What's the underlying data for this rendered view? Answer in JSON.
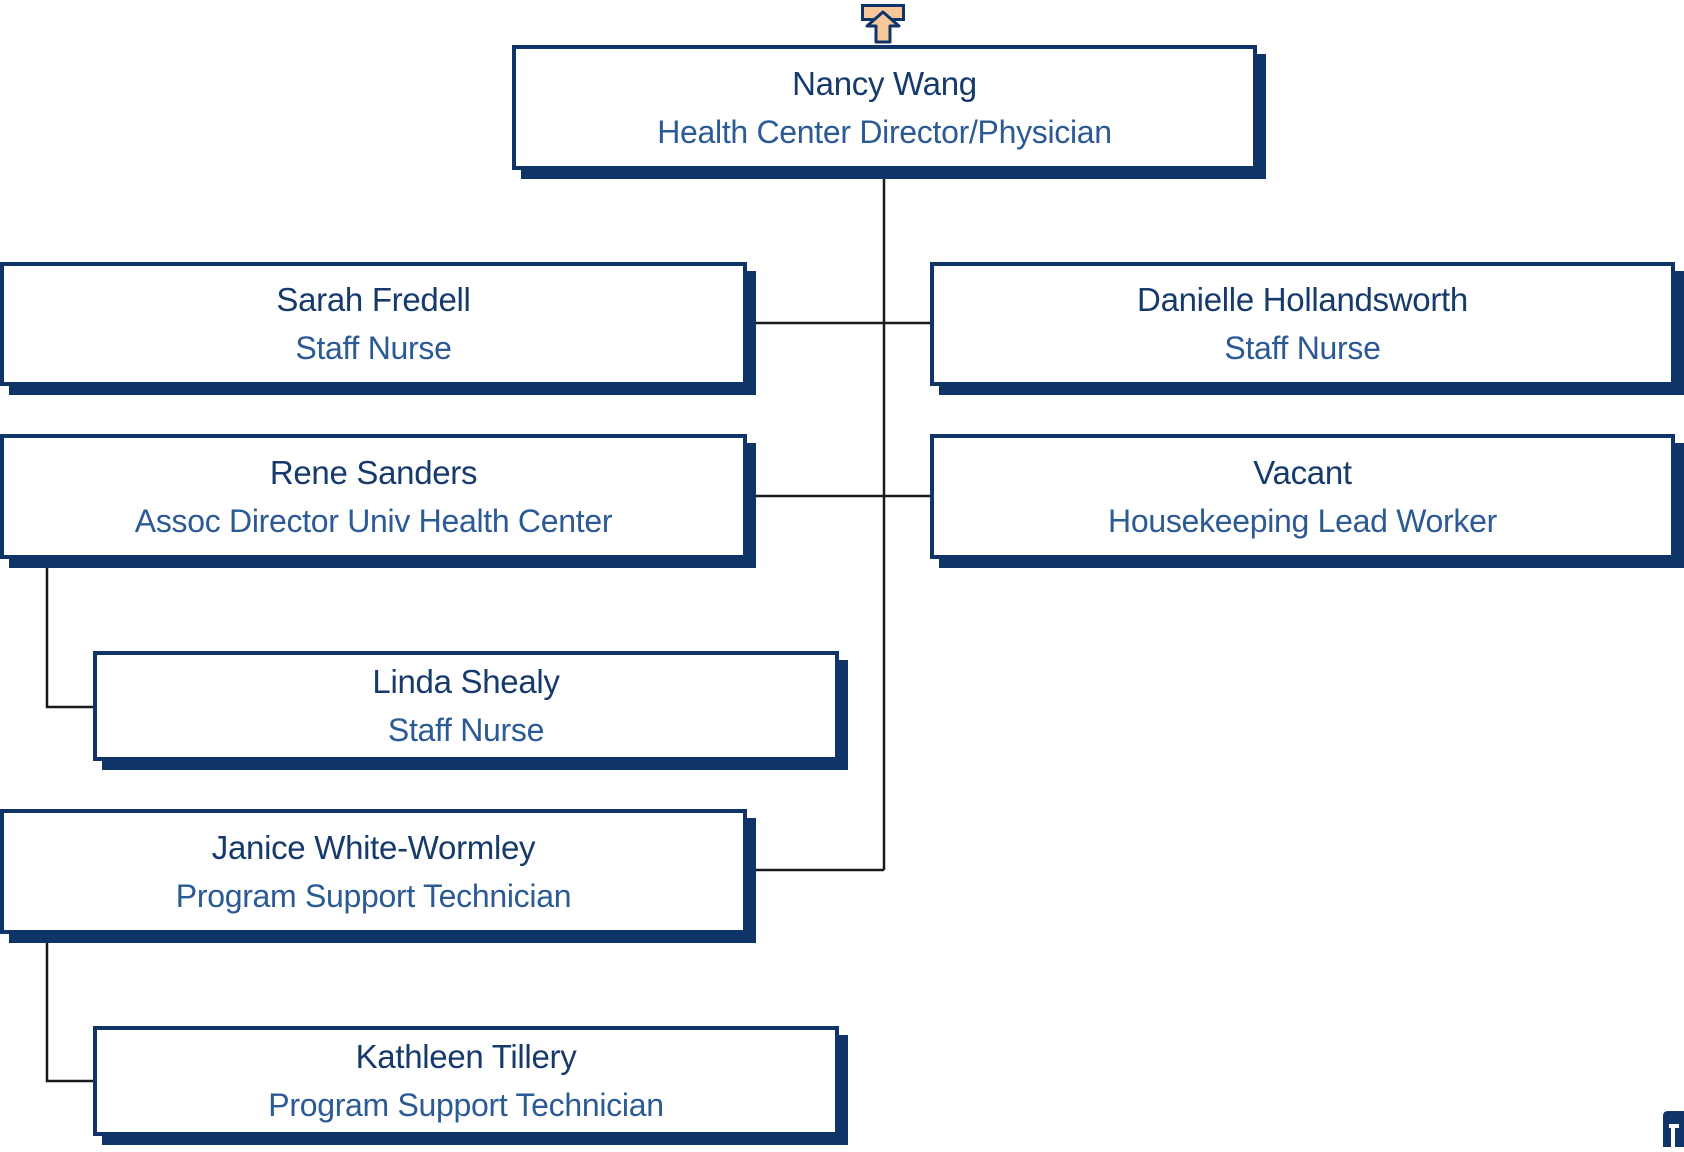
{
  "org_chart": {
    "root": {
      "name": "Nancy Wang",
      "title": "Health Center Director/Physician"
    },
    "reports": [
      {
        "name": "Sarah Fredell",
        "title": "Staff Nurse"
      },
      {
        "name": "Danielle Hollandsworth",
        "title": "Staff Nurse"
      },
      {
        "name": "Rene Sanders",
        "title": "Assoc Director Univ Health Center"
      },
      {
        "name": "Vacant",
        "title": "Housekeeping Lead Worker"
      },
      {
        "name": "Janice White-Wormley",
        "title": "Program Support Technician"
      }
    ],
    "sub_reports": [
      {
        "name": "Linda Shealy",
        "title": "Staff Nurse",
        "reports_to": "Rene Sanders"
      },
      {
        "name": "Kathleen Tillery",
        "title": "Program Support Technician",
        "reports_to": "Janice White-Wormley"
      }
    ]
  },
  "navigation": {
    "up_icon": "arrow-up-icon",
    "up_icon_color": "#f7c99a",
    "corner_icon": "corner-tab-icon"
  },
  "colors": {
    "border": "#0e3468",
    "name_text": "#163a6b",
    "title_text": "#2b5a94",
    "connector": "#1a1a1a"
  }
}
